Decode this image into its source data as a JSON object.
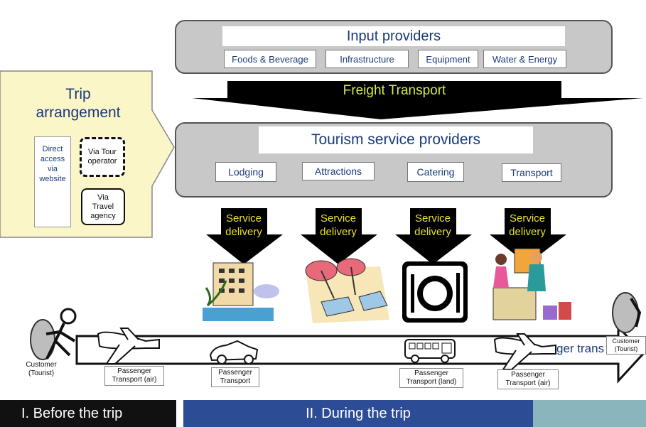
{
  "input": {
    "title": "Input providers",
    "items": [
      "Foods & Beverage",
      "Infrastructure",
      "Equipment",
      "Water & Energy"
    ]
  },
  "freight": "Freight Transport",
  "trip": {
    "title_line1": "Trip",
    "title_line2": "arrangement",
    "direct": "Direct access via website",
    "tour": "Via Tour operator",
    "travel": "Via Travel agency"
  },
  "tsp": {
    "title": "Tourism service providers",
    "items": [
      "Lodging",
      "Attractions",
      "Catering",
      "Transport"
    ]
  },
  "service": {
    "line1": "Service",
    "line2": "delivery"
  },
  "passenger_band": "ger trans",
  "customer": {
    "line1": "Customer",
    "line2": "(Tourist)"
  },
  "customer_right": {
    "line1": "Customer",
    "line2": "(Tourist)"
  },
  "transport": [
    {
      "line1": "Passenger",
      "line2": "Transport (air)"
    },
    {
      "line1": "Passenger",
      "line2": "Transport"
    },
    {
      "line1": "Passenger",
      "line2": "Transport (land)"
    },
    {
      "line1": "Passenger",
      "line2": "Transport (air)"
    }
  ],
  "phases": {
    "before": "I. Before the trip",
    "during": "II. During the trip",
    "after": ""
  },
  "colors": {
    "panel": "#c8c8c8",
    "dark_arrow": "#000000",
    "freight_text": "#d8e84a",
    "service_text": "#e8e030",
    "trip_box": "#fbf6c8",
    "title_blue": "#1a3a7a",
    "before_bg": "#111111",
    "during_bg": "#2c4c96",
    "after_bg": "#88b6bc"
  }
}
